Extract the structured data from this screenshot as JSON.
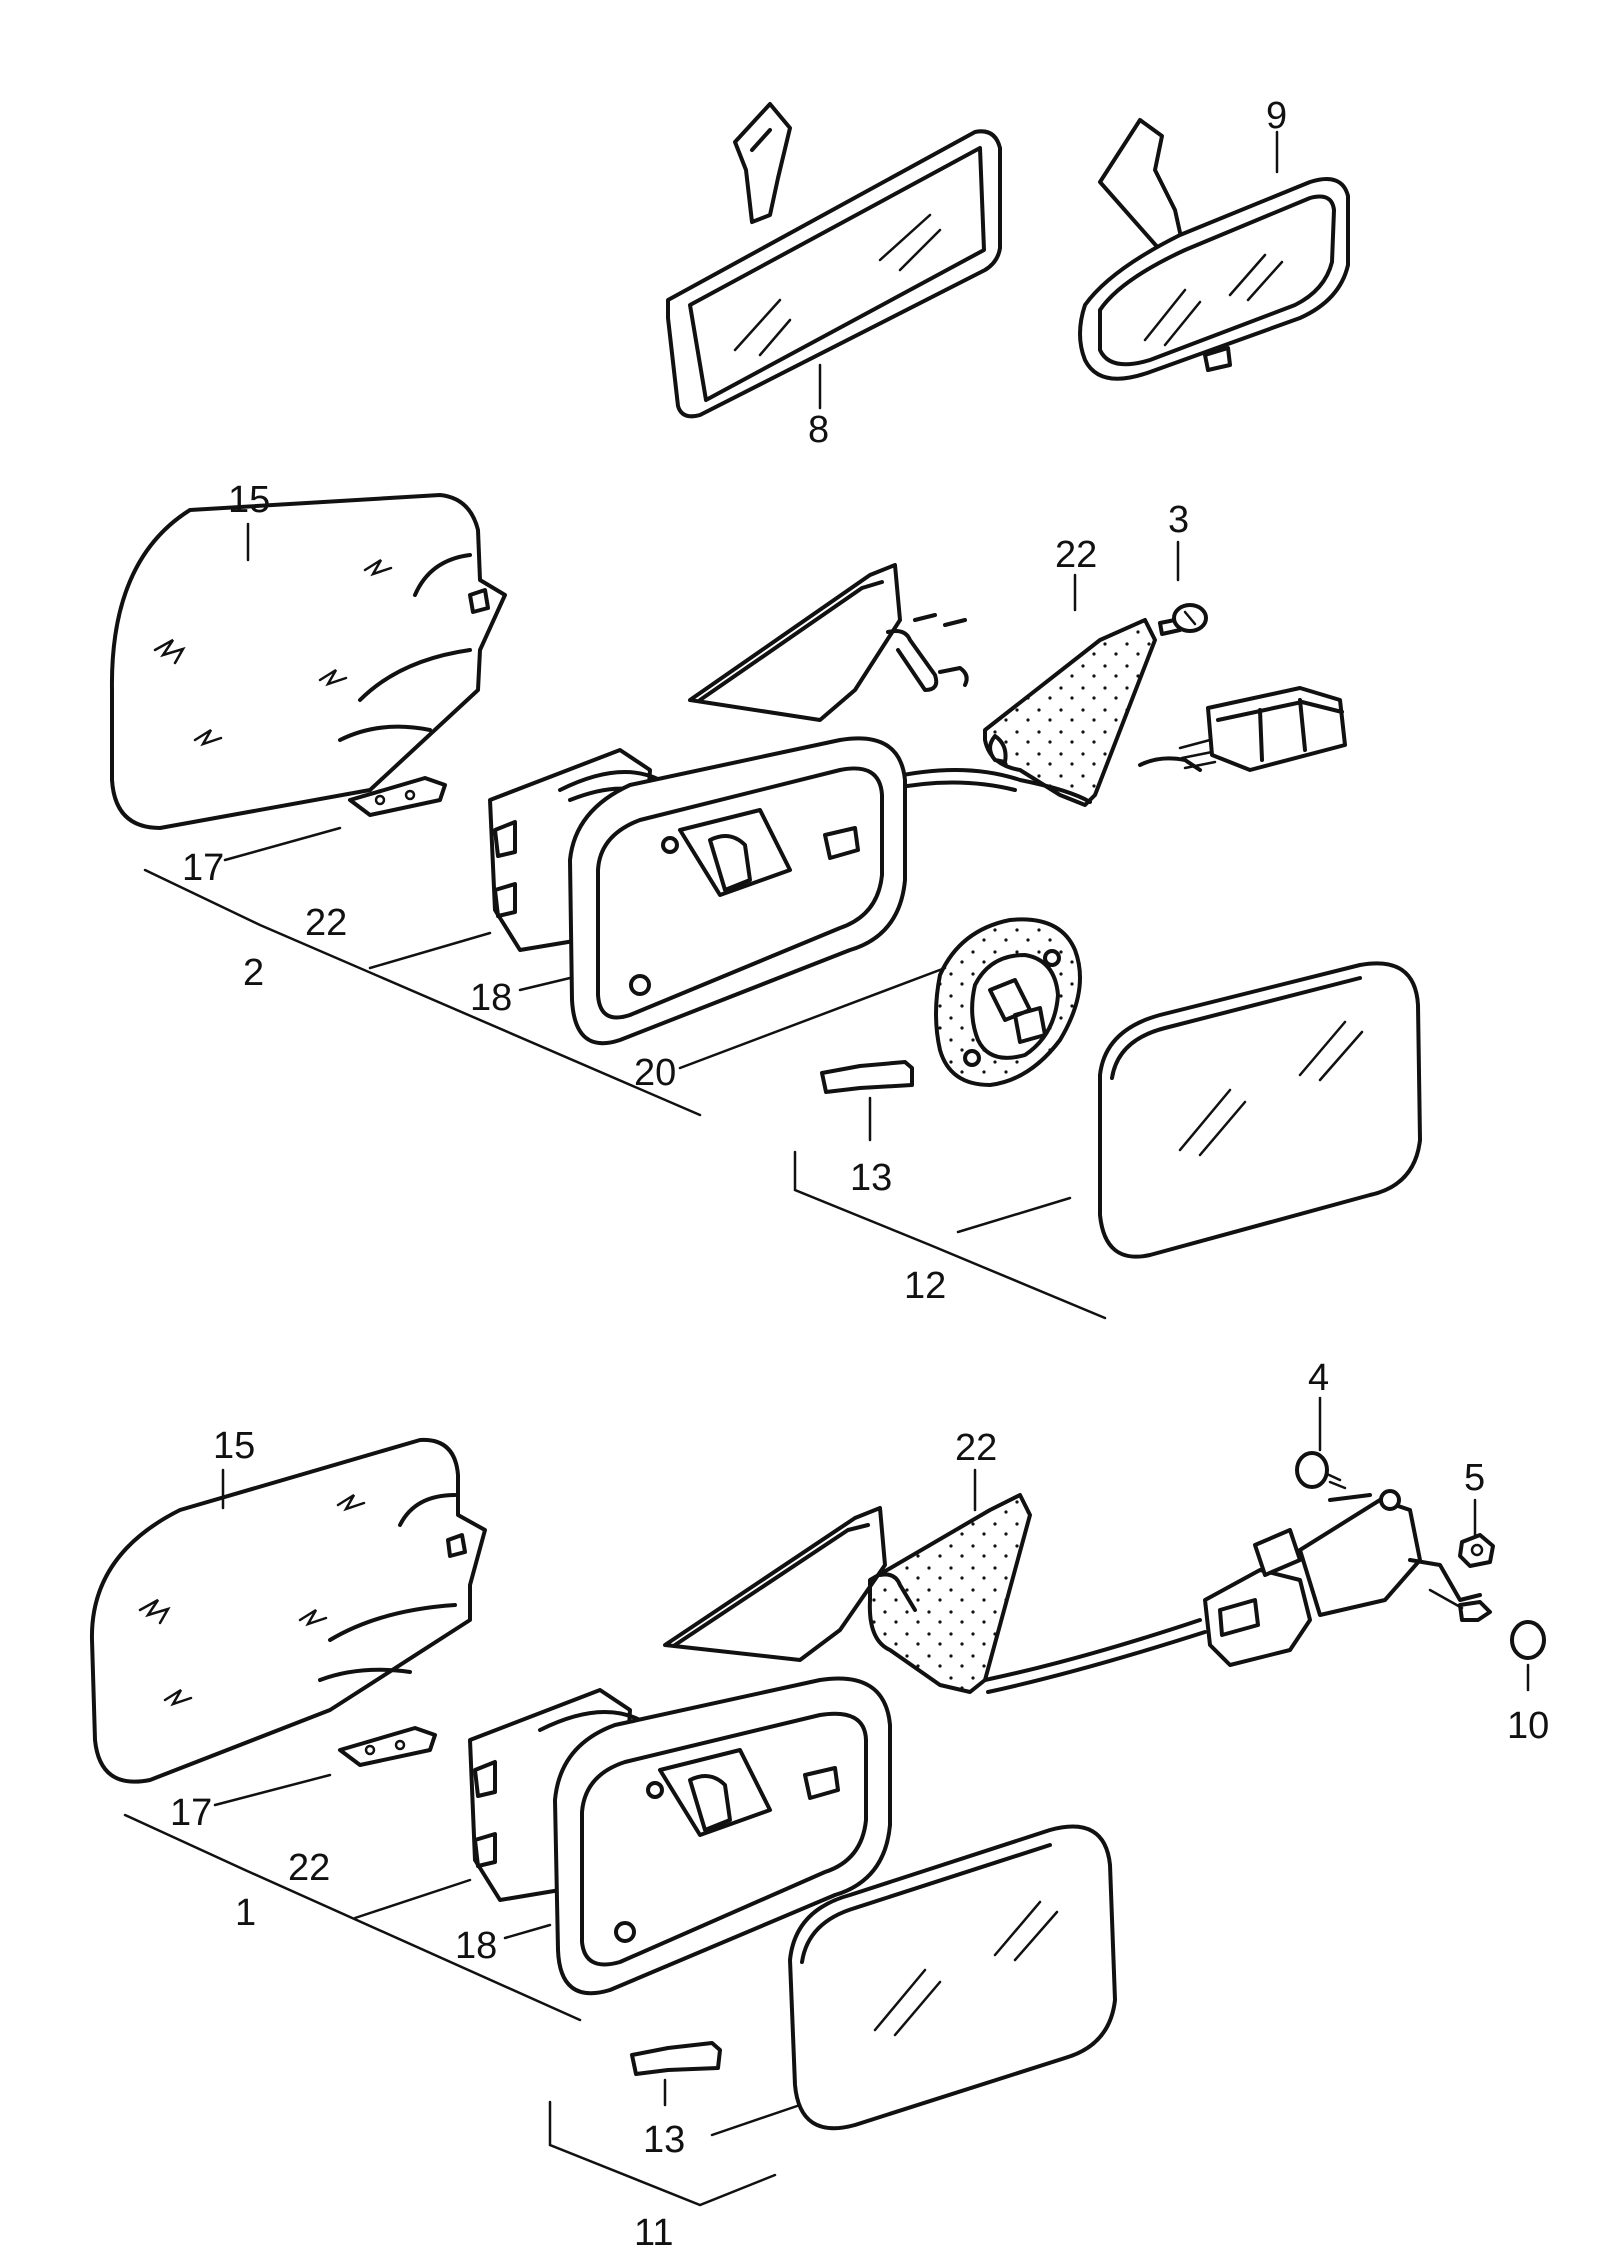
{
  "callouts": {
    "n8": "8",
    "n9": "9",
    "n15a": "15",
    "n3": "3",
    "n22a": "22",
    "n17a": "17",
    "n22b": "22",
    "n2": "2",
    "n18a": "18",
    "n20": "20",
    "n13a": "13",
    "n12": "12",
    "n15b": "15",
    "n22c": "22",
    "n4": "4",
    "n5": "5",
    "n10": "10",
    "n17b": "17",
    "n22d": "22",
    "n1": "1",
    "n18b": "18",
    "n13b": "13",
    "n11": "11"
  }
}
